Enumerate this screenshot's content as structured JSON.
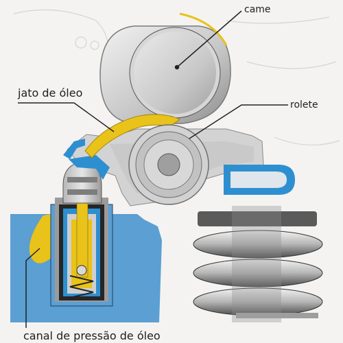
{
  "labels": {
    "came": "came",
    "oil_jet": "jato de óleo",
    "roller": "rolete",
    "pressure_channel": "canal de pressão de óleo"
  },
  "colors": {
    "background": "#f4f3f1",
    "metal_light": "#e2e2e2",
    "metal_mid": "#b9b9b9",
    "metal_dark": "#6a6a6a",
    "oil_yellow": "#e9c21a",
    "oil_channel_blue": "#2e8fd0",
    "head_blue": "#5b9fd3",
    "line": "#222222"
  }
}
